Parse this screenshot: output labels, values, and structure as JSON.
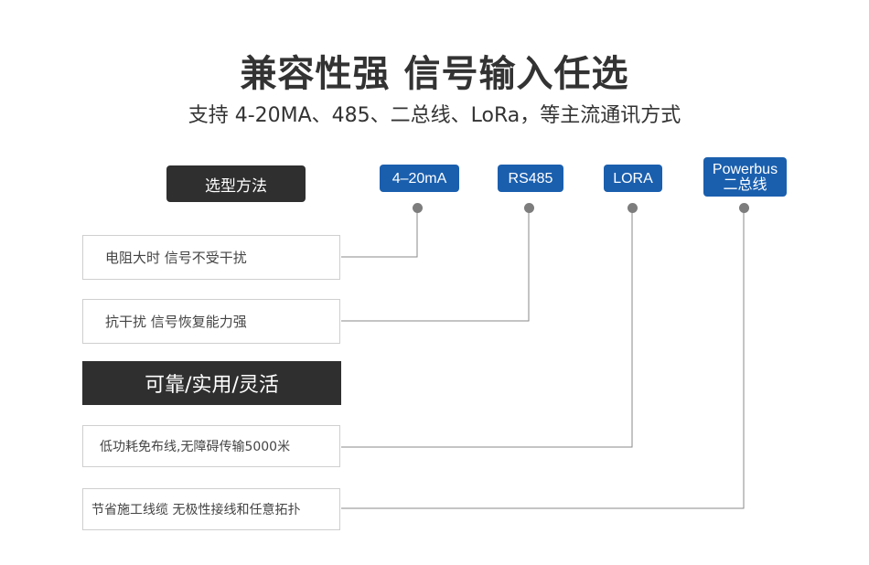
{
  "header": {
    "title": "兼容性强 信号输入任选",
    "subtitle": "支持 4-20MA、485、二总线、LoRa，等主流通讯方式"
  },
  "method_label": "选型方法",
  "options": [
    {
      "label": "4–20mA"
    },
    {
      "label": "RS485"
    },
    {
      "label": "LORA"
    },
    {
      "label_line1": "Powerbus",
      "label_line2": "二总线"
    }
  ],
  "features": [
    {
      "text": "电阻大时 信号不受干扰"
    },
    {
      "text": "抗干扰 信号恢复能力强"
    },
    {
      "text": "低功耗免布线,无障碍传输5000米"
    },
    {
      "text": "节省施工线缆 无极性接线和任意拓扑"
    }
  ],
  "banner": "可靠/实用/灵活",
  "colors": {
    "option_blue": "#1a5fae",
    "dark": "#2f2f2f",
    "connector": "#8a8a8a"
  }
}
